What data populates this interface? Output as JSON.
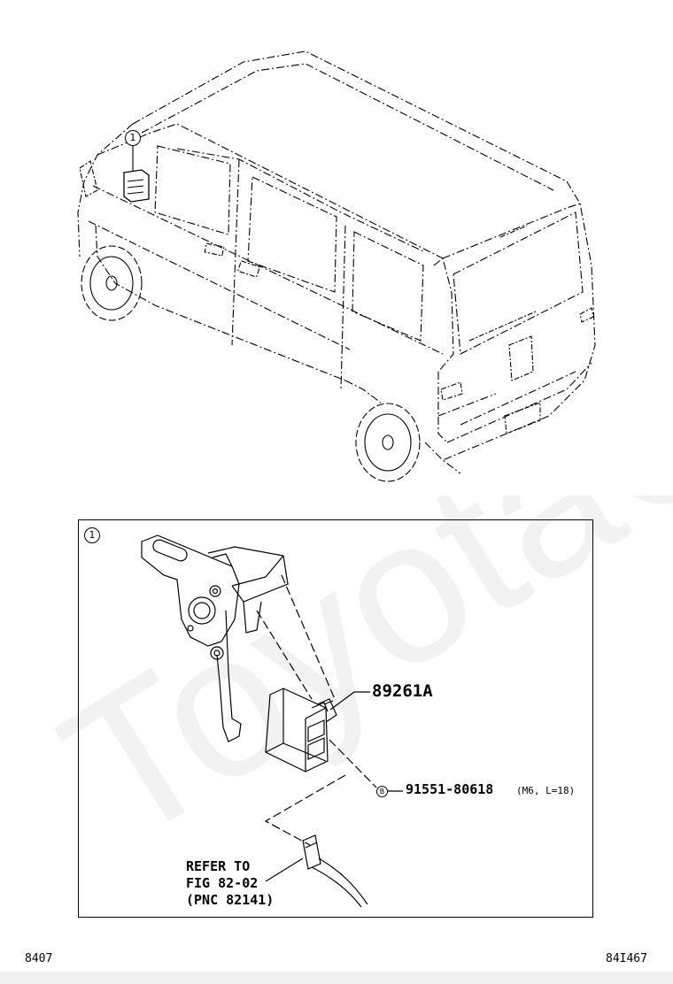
{
  "diagram": {
    "callout_number": "1",
    "detail_callout_number": "1",
    "part_number_main": "89261A",
    "bolt_marker": "B",
    "bolt_part_number": "91551-80618",
    "bolt_spec": "(M6, L=18)",
    "reference_lines": [
      "REFER TO",
      "FIG 82-02",
      "(PNC 82141)"
    ],
    "watermark": "ToyotaC",
    "footer_left": "8407",
    "footer_right": "84I467"
  }
}
